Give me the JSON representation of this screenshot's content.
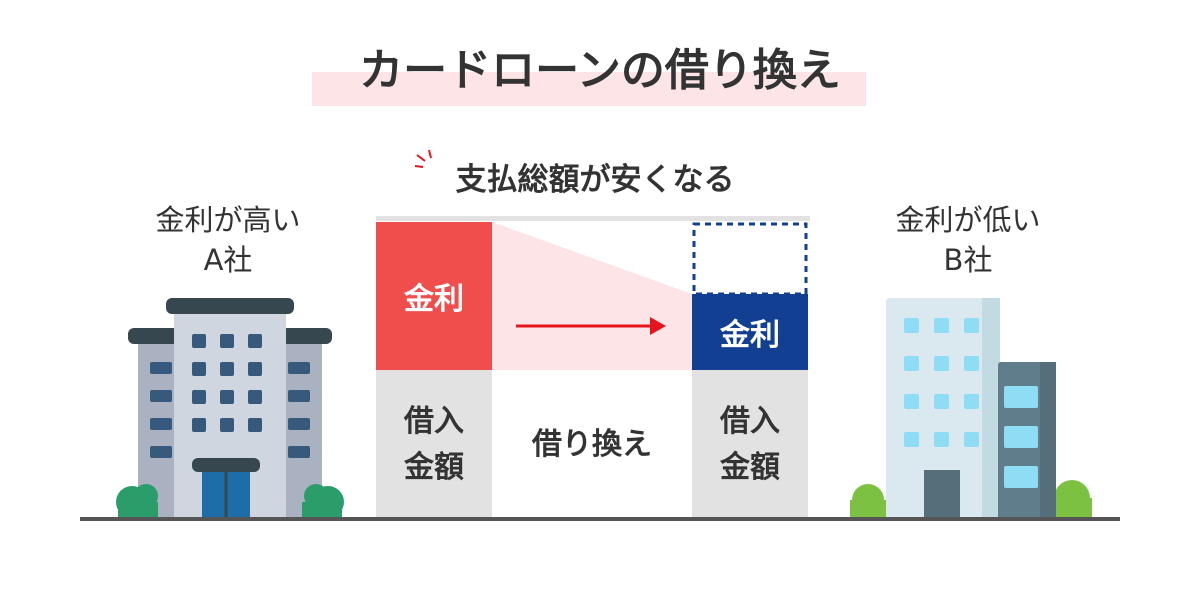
{
  "title": "カードローンの借り換え",
  "caption": "支払総額が安くなる",
  "company_a": {
    "line1": "金利が高い",
    "line2": "A社"
  },
  "company_b": {
    "line1": "金利が低い",
    "line2": "B社"
  },
  "interest_label": "金利",
  "principal_label": {
    "line1": "借入",
    "line2": "金額"
  },
  "action_label": "借り換え",
  "colors": {
    "interest_high": "#f04e4c",
    "interest_low": "#123f91",
    "principal": "#e2e2e2",
    "highlight": "#fde5e7",
    "arrow": "#e6151d",
    "text": "#333333"
  }
}
